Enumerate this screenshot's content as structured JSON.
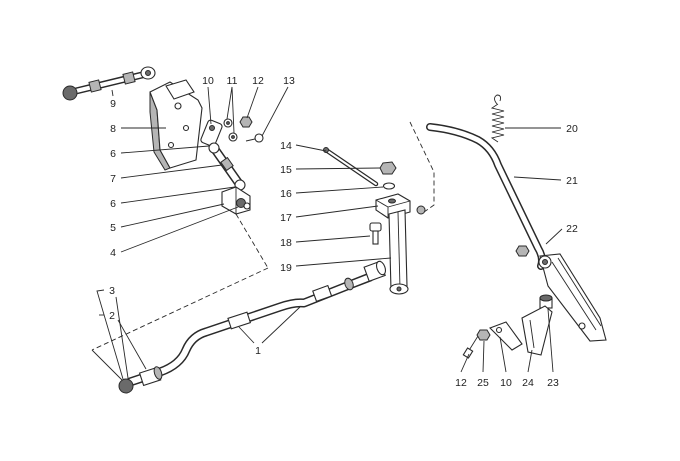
{
  "colors": {
    "line": "#2a2a2a",
    "background": "#ffffff"
  },
  "callouts": {
    "c9": "9",
    "c10a": "10",
    "c11": "11",
    "c12a": "12",
    "c13": "13",
    "c8": "8",
    "c6a": "6",
    "c7": "7",
    "c6b": "6",
    "c5": "5",
    "c4": "4",
    "c14": "14",
    "c15": "15",
    "c16": "16",
    "c17": "17",
    "c18": "18",
    "c19": "19",
    "c20": "20",
    "c21": "21",
    "c22": "22",
    "c3": "3",
    "c2": "2",
    "c1": "1",
    "c12b": "12",
    "c25": "25",
    "c10b": "10",
    "c24": "24",
    "c23": "23"
  }
}
